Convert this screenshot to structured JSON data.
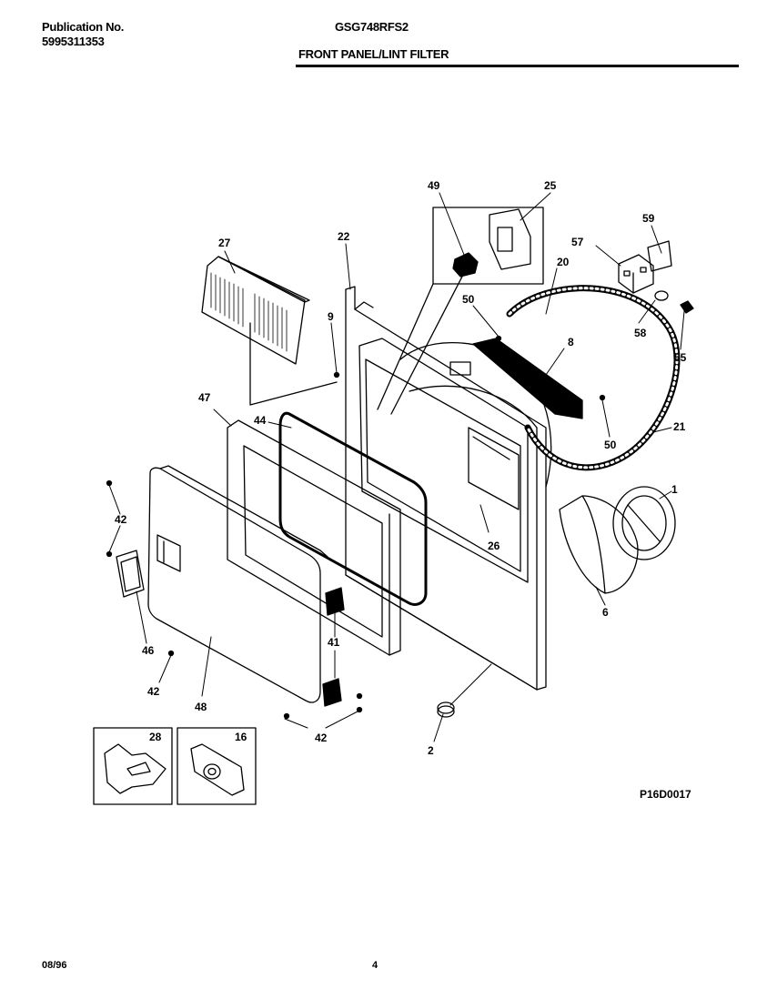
{
  "header": {
    "publication_label": "Publication No.",
    "publication_number": "5995311353",
    "model": "GSG748RFS2",
    "section_title": "FRONT PANEL/LINT FILTER"
  },
  "diagram": {
    "code": "P16D0017",
    "callouts": [
      "49",
      "25",
      "59",
      "27",
      "22",
      "57",
      "20",
      "50",
      "9",
      "8",
      "58",
      "55",
      "47",
      "44",
      "50",
      "21",
      "1",
      "42",
      "26",
      "6",
      "46",
      "41",
      "42",
      "48",
      "42",
      "2",
      "28",
      "16"
    ]
  },
  "footer": {
    "date": "08/96",
    "page": "4"
  }
}
